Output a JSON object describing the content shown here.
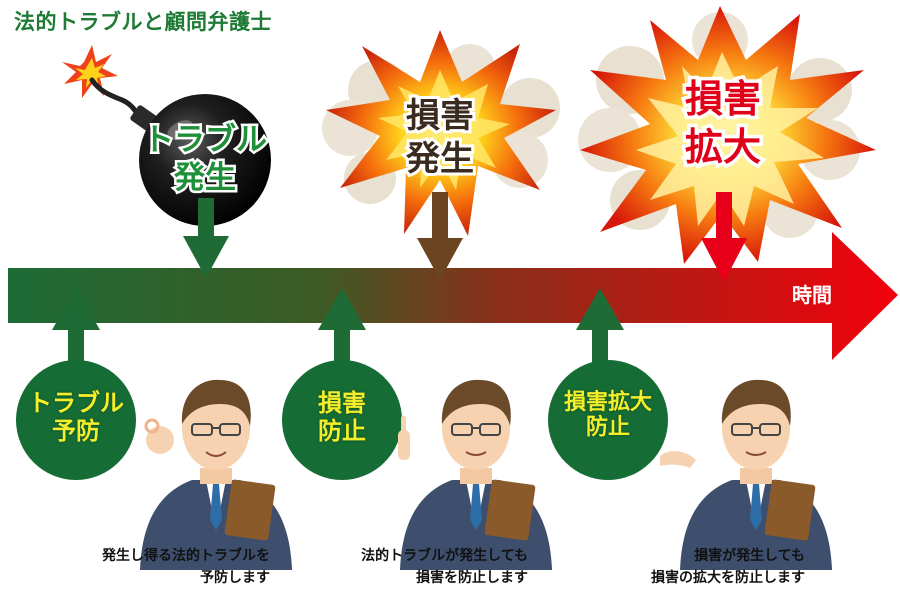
{
  "title": "法的トラブルと顧問弁護士",
  "timeline": {
    "label": "時間"
  },
  "events": [
    {
      "line1": "トラブル",
      "line2": "発生",
      "color": "#1f8f3a"
    },
    {
      "line1": "損害",
      "line2": "発生",
      "color": "#3a2a1f"
    },
    {
      "line1": "損害",
      "line2": "拡大",
      "color": "#e1001a"
    }
  ],
  "measures": [
    {
      "line1": "トラブル",
      "line2": "予防",
      "caption1": "発生し得る法的トラブルを",
      "caption2": "予防します"
    },
    {
      "line1": "損害",
      "line2": "防止",
      "caption1": "法的トラブルが発生しても",
      "caption2": "損害を防止します"
    },
    {
      "line1": "損害拡大",
      "line2": "防止",
      "caption1": "損害が発生しても",
      "caption2": "損害の拡大を防止します"
    }
  ],
  "colors": {
    "timeline_start": "#1e6b36",
    "timeline_mid": "#7b3a1e",
    "timeline_end": "#f0000e",
    "measure_circle": "#156c34",
    "title": "#1f7a35",
    "measure_text": "#f4ef2a"
  }
}
